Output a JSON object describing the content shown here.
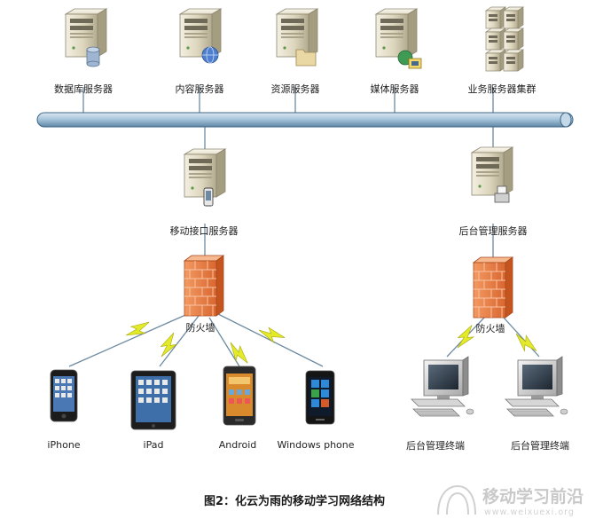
{
  "servers": {
    "db": "数据库服务器",
    "content": "内容服务器",
    "resource": "资源服务器",
    "media": "媒体服务器",
    "cluster": "业务服务器集群"
  },
  "mobile_server": "移动接口服务器",
  "admin_server": "后台管理服务器",
  "firewall_left": "防火墙",
  "firewall_right": "防火墙",
  "devices": {
    "iphone": "iPhone",
    "ipad": "iPad",
    "android": "Android",
    "winphone": "Windows phone"
  },
  "terminal_1": "后台管理终端",
  "terminal_2": "后台管理终端",
  "caption": "图2：化云为雨的移动学习网络结构",
  "watermark": {
    "name": "移动学习前沿",
    "url": "www.weixuexi.org"
  },
  "colors": {
    "bus": "#8fb3cf",
    "firewall": "#e9804a",
    "bolt": "#e2ea2a",
    "server": "#ddd6bd"
  }
}
